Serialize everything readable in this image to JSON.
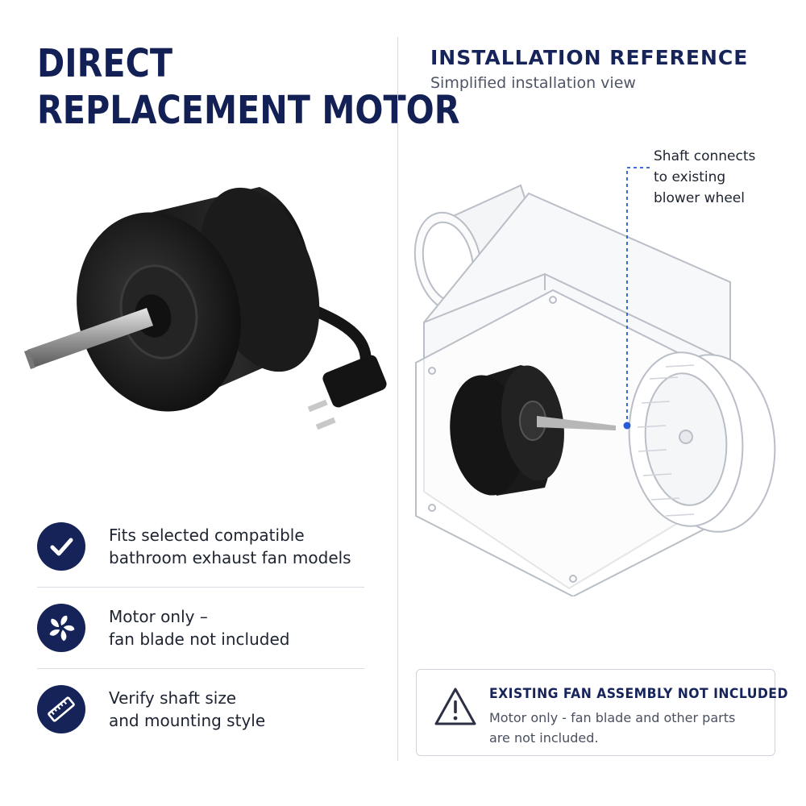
{
  "left": {
    "title_line1": "DIRECT",
    "title_line2": "REPLACEMENT MOTOR",
    "features": [
      {
        "icon": "checkmark-icon",
        "line1": "Fits selected compatible",
        "line2": "bathroom exhaust fan models"
      },
      {
        "icon": "fan-icon",
        "line1": "Motor only –",
        "line2": "fan blade not included"
      },
      {
        "icon": "ruler-icon",
        "line1": "Verify shaft size",
        "line2": "and mounting style"
      }
    ]
  },
  "right": {
    "title": "INSTALLATION REFERENCE",
    "subtitle": "Simplified installation view",
    "callout": {
      "line1": "Shaft connects",
      "line2": "to existing",
      "line3": "blower wheel"
    },
    "notice": {
      "icon": "warning-triangle-icon",
      "title": "EXISTING FAN ASSEMBLY NOT INCLUDED",
      "line1": "Motor only - fan blade and other parts",
      "line2": "are not included."
    }
  },
  "colors": {
    "navy": "#152358",
    "heading": "#132055",
    "accent_blue": "#2a5bd7",
    "motor_black": "#161616",
    "divider": "#d4d8e0"
  }
}
